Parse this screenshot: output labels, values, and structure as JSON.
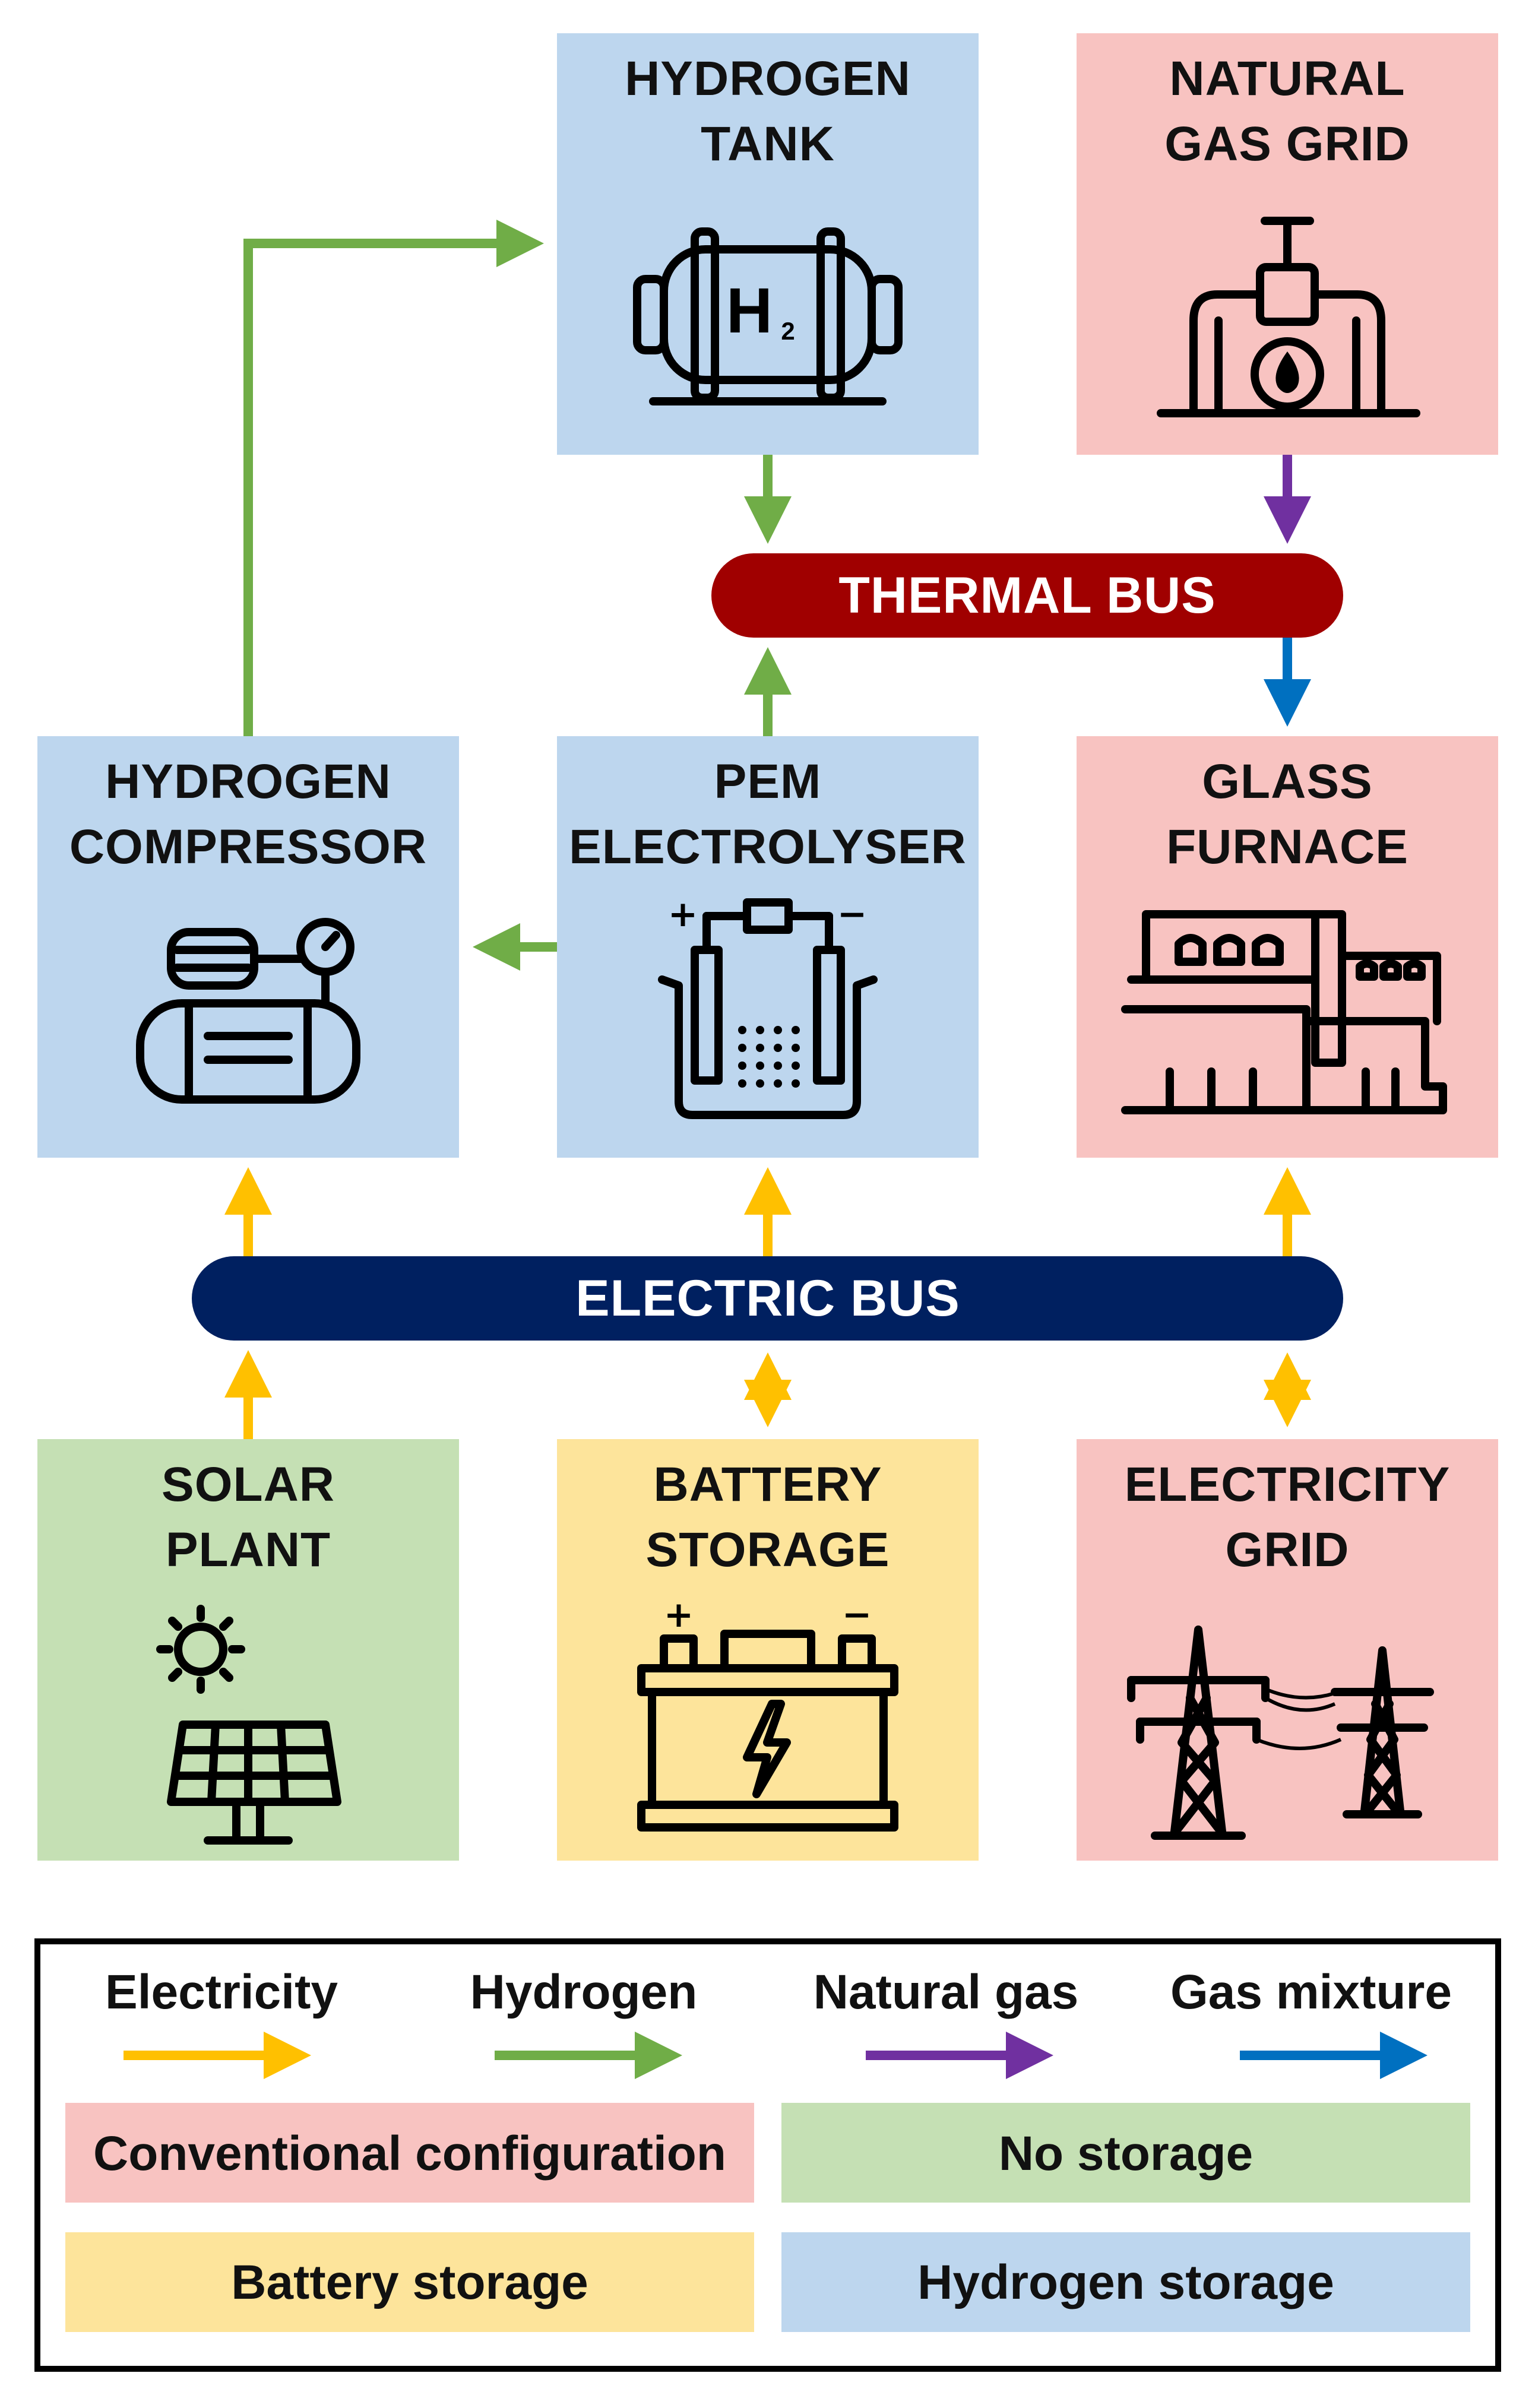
{
  "colors": {
    "hydrogen_storage_bg": "#bdd6ee",
    "conventional_bg": "#f8c3c1",
    "no_storage_bg": "#c5e0b4",
    "battery_storage_bg": "#fde49b",
    "thermal_bus": "#a00000",
    "electric_bus": "#002060",
    "electricity_arrow": "#ffc000",
    "hydrogen_arrow": "#70ad47",
    "natural_gas_arrow": "#7030a0",
    "gas_mixture_arrow": "#0070c0"
  },
  "components": {
    "hydrogen_tank": {
      "line1": "HYDROGEN",
      "line2": "TANK",
      "icon": "hydrogen-tank-icon",
      "icon_text": "H",
      "icon_sub": "2"
    },
    "natural_gas_grid": {
      "line1": "NATURAL",
      "line2": "GAS GRID",
      "icon": "gas-pipeline-valve-icon"
    },
    "hydrogen_compressor": {
      "line1": "HYDROGEN",
      "line2": "COMPRESSOR",
      "icon": "compressor-icon"
    },
    "pem_electrolyser": {
      "line1": "PEM",
      "line2": "ELECTROLYSER",
      "icon": "electrolyser-icon",
      "plus": "+",
      "minus": "−"
    },
    "glass_furnace": {
      "line1": "GLASS",
      "line2": "FURNACE",
      "icon": "factory-icon"
    },
    "solar_plant": {
      "line1": "SOLAR",
      "line2": "PLANT",
      "icon": "solar-panel-icon"
    },
    "battery_storage": {
      "line1": "BATTERY",
      "line2": "STORAGE",
      "icon": "battery-icon",
      "plus": "+",
      "minus": "−"
    },
    "electricity_grid": {
      "line1": "ELECTRICITY",
      "line2": "GRID",
      "icon": "transmission-tower-icon"
    }
  },
  "buses": {
    "thermal": "THERMAL BUS",
    "electric": "ELECTRIC BUS"
  },
  "legend": {
    "flows": [
      {
        "label": "Electricity",
        "color": "#ffc000"
      },
      {
        "label": "Hydrogen",
        "color": "#70ad47"
      },
      {
        "label": "Natural gas",
        "color": "#7030a0"
      },
      {
        "label": "Gas mixture",
        "color": "#0070c0"
      }
    ],
    "configurations": [
      {
        "label": "Conventional configuration",
        "color": "#f8c3c1"
      },
      {
        "label": "No storage",
        "color": "#c5e0b4"
      },
      {
        "label": "Battery storage",
        "color": "#fde49b"
      },
      {
        "label": "Hydrogen storage",
        "color": "#bdd6ee"
      }
    ]
  }
}
